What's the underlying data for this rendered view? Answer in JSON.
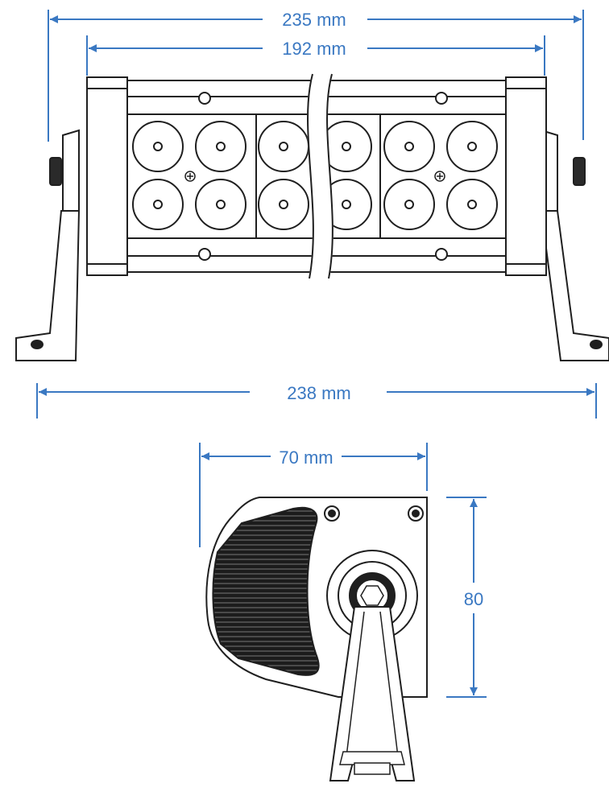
{
  "colors": {
    "dimension": "#3a78c2",
    "outline": "#1f1f1f",
    "fill": "#ffffff",
    "dark_fill": "#2a2a2a"
  },
  "dimensions": {
    "overall_width": "235 mm",
    "housing_width": "192 mm",
    "mount_width": "238 mm",
    "side_depth": "70 mm",
    "side_height": "80"
  },
  "led_grid": {
    "rows": 2,
    "columns": 6
  }
}
